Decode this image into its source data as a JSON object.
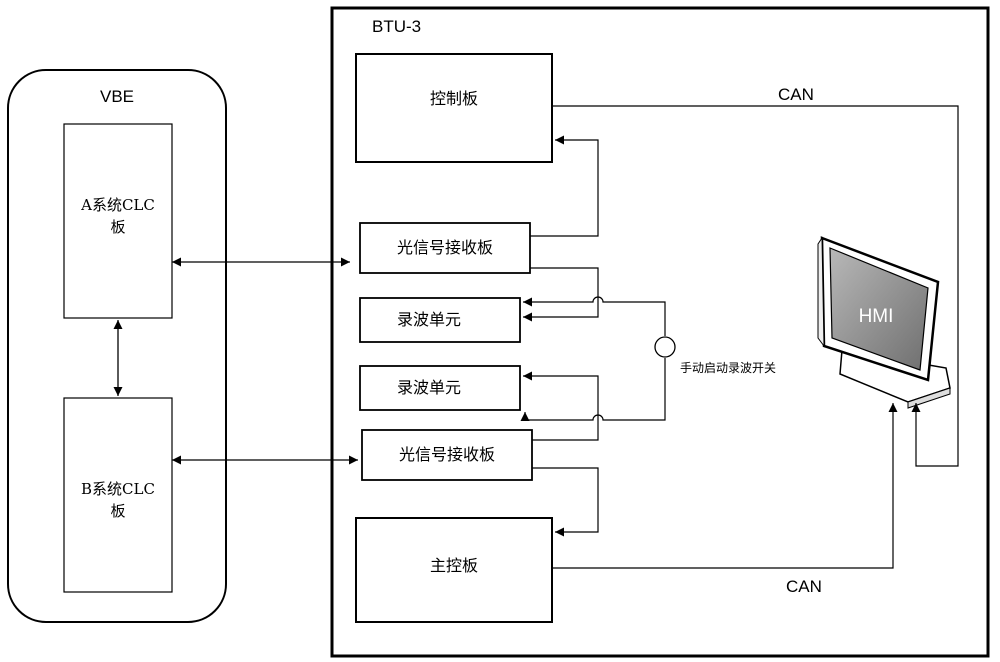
{
  "vbe": {
    "title": "VBE",
    "clc_a": {
      "line1": "A系统CLC",
      "line2": "板"
    },
    "clc_b": {
      "line1": "B系统CLC",
      "line2": "板"
    }
  },
  "btu": {
    "title": "BTU-3",
    "control_board": "控制板",
    "optical_receiver_top": "光信号接收板",
    "recorder_top": "录波单元",
    "recorder_bottom": "录波单元",
    "optical_receiver_bottom": "光信号接收板",
    "main_control_board": "主控板",
    "manual_switch": "手动启动录波开关"
  },
  "hmi": {
    "label": "HMI"
  },
  "links": {
    "can_top": "CAN",
    "can_bottom": "CAN"
  },
  "colors": {
    "stroke": "#000000",
    "background": "#ffffff",
    "screen_fill": "#8a8a8a"
  }
}
